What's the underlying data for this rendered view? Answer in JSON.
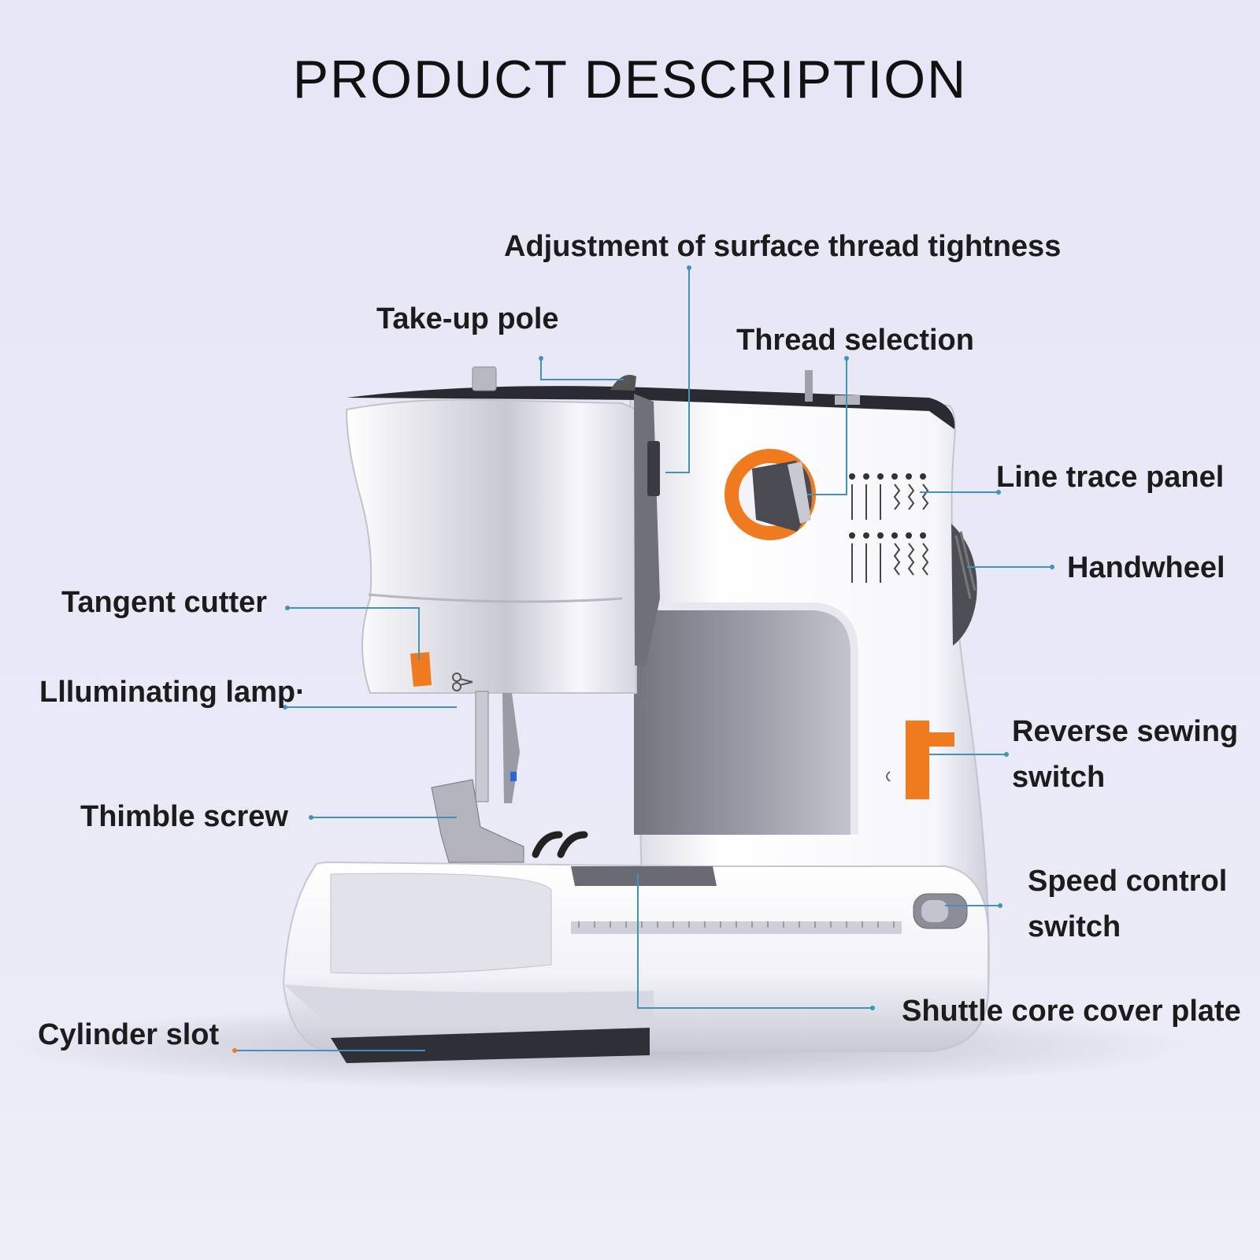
{
  "title": "PRODUCT DESCRIPTION",
  "labels": {
    "adjustment": "Adjustment of surface thread tightness",
    "take_up_pole": "Take-up pole",
    "thread_selection": "Thread selection",
    "line_trace_panel": "Line trace panel",
    "handwheel": "Handwheel",
    "tangent_cutter": "Tangent cutter",
    "illuminating_lamp": "Llluminating lamp·",
    "reverse_sewing_1": "Reverse sewing",
    "reverse_sewing_2": "switch",
    "thimble_screw": "Thimble screw",
    "speed_control_1": "Speed control",
    "speed_control_2": "switch",
    "shuttle_core": "Shuttle core cover plate",
    "cylinder_slot": "Cylinder slot"
  },
  "colors": {
    "background": "#e7e7f6",
    "leader_line": "#3f93bd",
    "accent": "#f07a1e",
    "body": "#f4f4fa",
    "shadow": "#7c7c8c"
  },
  "icons": [
    "sewing-machine-illustration",
    "scissors-icon",
    "needle-icon",
    "presser-foot-icon"
  ]
}
